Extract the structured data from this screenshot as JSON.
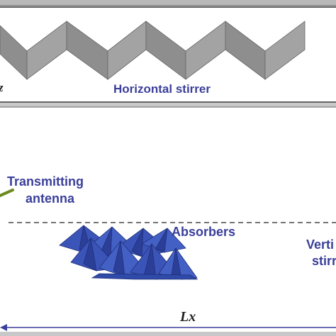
{
  "labels": {
    "horizontal_stirrer": "Horizontal stirrer",
    "transmitting_antenna_line1": "Transmitting",
    "transmitting_antenna_line2": "antenna",
    "absorbers": "Absorbers",
    "vertical_stirrer_line1": "Verti",
    "vertical_stirrer_line2": "stirr",
    "axis_z": "z",
    "axis_lx": "Lx"
  },
  "colors": {
    "label_blue": "#3a3f9a",
    "stirrer_gray": "#9a9a9a",
    "absorber_blue": "#3b54b8",
    "antenna_green": "#6b8a1e",
    "axis_arrow": "#3a3f9a"
  }
}
